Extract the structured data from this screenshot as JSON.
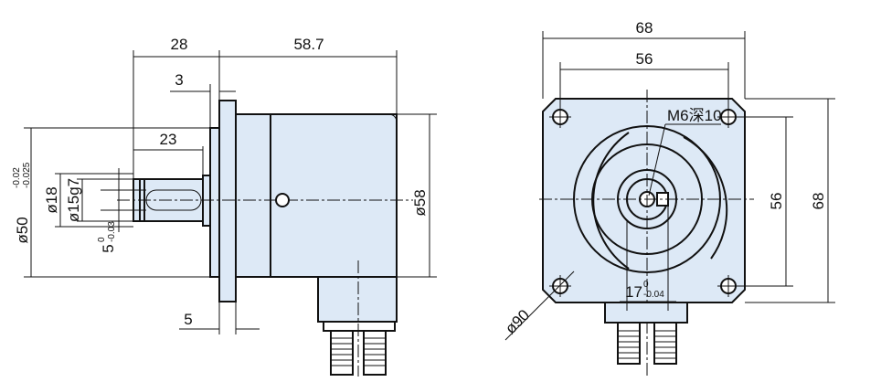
{
  "side_view": {
    "dims": {
      "len_28": "28",
      "len_58_7": "58.7",
      "len_3": "3",
      "len_23": "23",
      "len_5": "5",
      "dia_50": "ø50",
      "dia_50_tol_upper": "-0.02",
      "dia_50_tol_lower": "-0.025",
      "dia_18": "ø18",
      "dia_15": "ø15g7",
      "key_5": "5",
      "key_5_tol_upper": "0",
      "key_5_tol_lower": "-0.03",
      "dia_58": "ø58"
    }
  },
  "front_view": {
    "dims": {
      "width_68": "68",
      "hole_spacing_56": "56",
      "thread": "M6深10",
      "height_56": "56",
      "height_68": "68",
      "key_17": "17",
      "key_17_tol_upper": "0",
      "key_17_tol_lower": "-0.04",
      "dia_90": "ø90"
    }
  }
}
